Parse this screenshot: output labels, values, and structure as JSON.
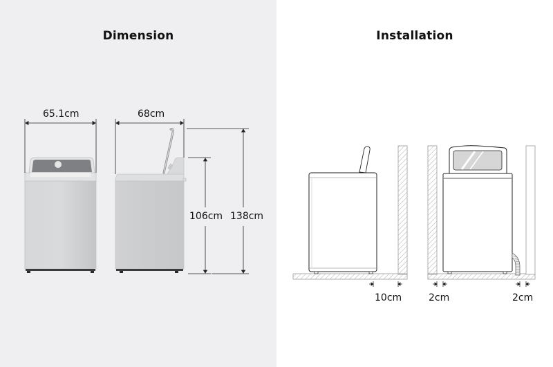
{
  "dimension": {
    "title": "Dimension",
    "width_label": "65.1cm",
    "depth_label": "68cm",
    "height_label": "106cm",
    "height_lid_open_label": "138cm"
  },
  "installation": {
    "title": "Installation",
    "rear_clearance_label": "10cm",
    "left_clearance_label": "2cm",
    "right_clearance_label": "2cm"
  },
  "colors": {
    "left_panel_bg": "#efeff1",
    "right_panel_bg": "#ffffff",
    "washer_body": "#cfd0d2",
    "washer_panel_dark": "#7c7d80",
    "line": "#222222",
    "hatch": "#9a9a9a"
  }
}
